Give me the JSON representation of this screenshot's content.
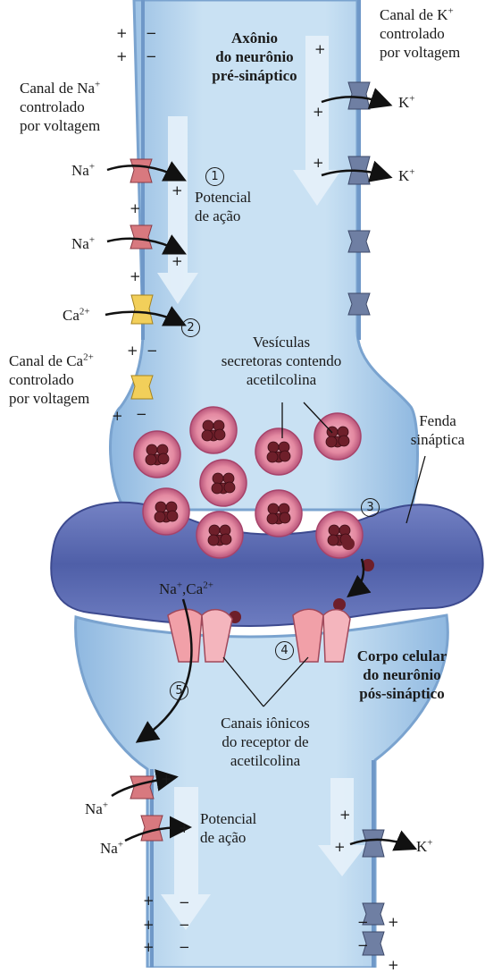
{
  "title_lines": [
    "Axônio",
    "do neurônio",
    "pré-sináptico"
  ],
  "k_channel_label": [
    "Canal de K",
    "controlado",
    "por voltagem"
  ],
  "na_channel_label": [
    "Canal de Na",
    "controlado",
    "por voltagem"
  ],
  "ca_channel_label": [
    "Canal de Ca",
    "controlado",
    "por voltagem"
  ],
  "ions": {
    "na": "Na",
    "k": "K",
    "ca": "Ca",
    "na_ca": "Na",
    "ca_part": "Ca"
  },
  "charges": {
    "plus": "+",
    "minus": "−",
    "two_plus": "2+"
  },
  "action_potential_top": [
    "Potencial",
    "de ação"
  ],
  "action_potential_bottom": [
    "Potencial",
    "de ação"
  ],
  "vesicles_label": [
    "Vesículas",
    "secretoras contendo",
    "acetilcolina"
  ],
  "cleft_label": [
    "Fenda",
    "sináptica"
  ],
  "postsynaptic_label": [
    "Corpo celular",
    "do neurônio",
    "pós-sináptico"
  ],
  "receptor_label": [
    "Canais iônicos",
    "do receptor de",
    "acetilcolina"
  ],
  "steps": [
    "1",
    "2",
    "3",
    "4",
    "5"
  ],
  "colors": {
    "cytoplasm": "#b9d7ee",
    "membrane": "#7fa9d6",
    "cleft": "#5d6fb4",
    "vesicle": "#e07a93",
    "ach": "#6e1f2a",
    "na_channel": "#d8797f",
    "ca_channel": "#f2cf5a",
    "k_channel": "#6f7fa3",
    "receptor": "#f1a0a8"
  }
}
